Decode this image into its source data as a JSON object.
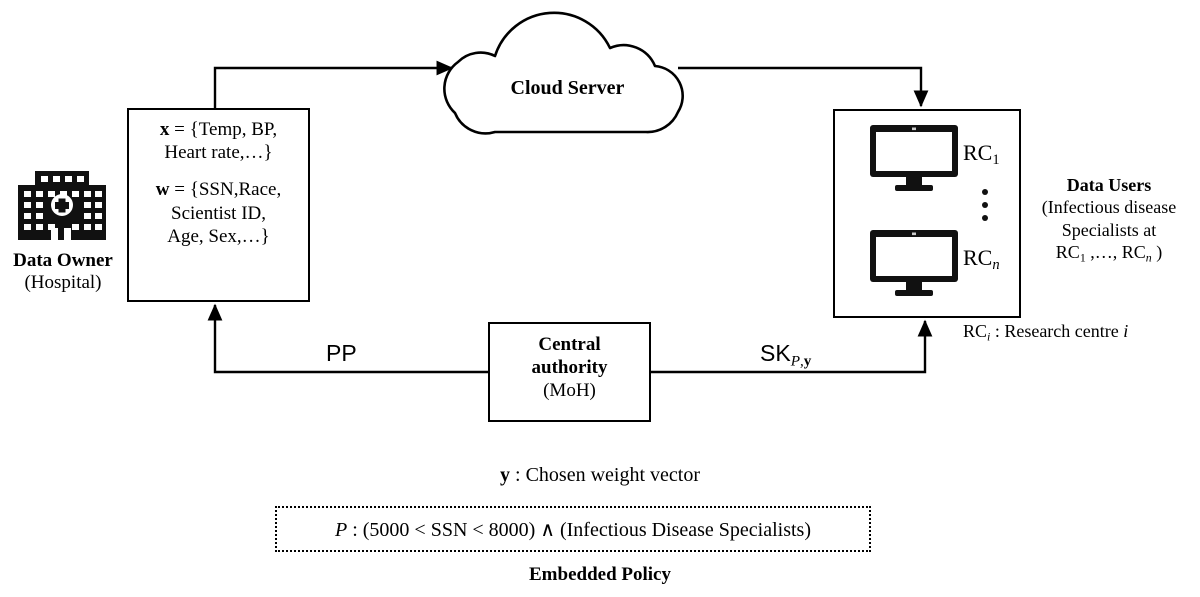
{
  "diagram": {
    "title": "Functional encryption healthcare data flow",
    "stroke_color": "#000000",
    "background_color": "#ffffff"
  },
  "data_owner": {
    "caption_title": "Data Owner",
    "caption_sub": "(Hospital)",
    "icon": "hospital-icon",
    "attributes": {
      "x_line1": "x = {Temp, BP,",
      "x_line2": "Heart rate,…}",
      "w_line1": "w = {SSN,Race,",
      "w_line2": "Scientist ID,",
      "w_line3": "Age, Sex,…}",
      "x_symbol": "x",
      "w_symbol": "w"
    }
  },
  "cloud": {
    "label": "Cloud Server",
    "icon": "cloud-icon"
  },
  "research_centres": {
    "monitor_icon": "monitor-icon",
    "items": [
      {
        "label_base": "RC",
        "label_sub": "1"
      },
      {
        "label_base": "RC",
        "label_sub": "n"
      }
    ],
    "ellipsis": "vertical-dots",
    "legend_base": "RC",
    "legend_sub": "i",
    "legend_text": " : Research centre ",
    "legend_italic": "i"
  },
  "data_users": {
    "title": "Data Users",
    "line1": "(Infectious disease",
    "line2": "Specialists at",
    "line3_prefix": "RC",
    "line3_sub1": "1",
    "line3_mid": " ,…, RC",
    "line3_sub2": "n",
    "line3_suffix": " )"
  },
  "central_authority": {
    "title_line1": "Central",
    "title_line2": "authority",
    "sub": "(MoH)"
  },
  "wires": {
    "pp_label": "PP",
    "sk_label_base": "SK",
    "sk_label_sub_p": "P",
    "sk_label_sub_sep": ",",
    "sk_label_sub_y": "y"
  },
  "bottom_legend": {
    "y_symbol": "y",
    "y_text": " : Chosen weight vector",
    "policy_symbol": "P",
    "policy_text": " : (5000 < SSN < 8000) ∧ (Infectious Disease Specialists)",
    "embedded_policy_label": "Embedded Policy"
  }
}
